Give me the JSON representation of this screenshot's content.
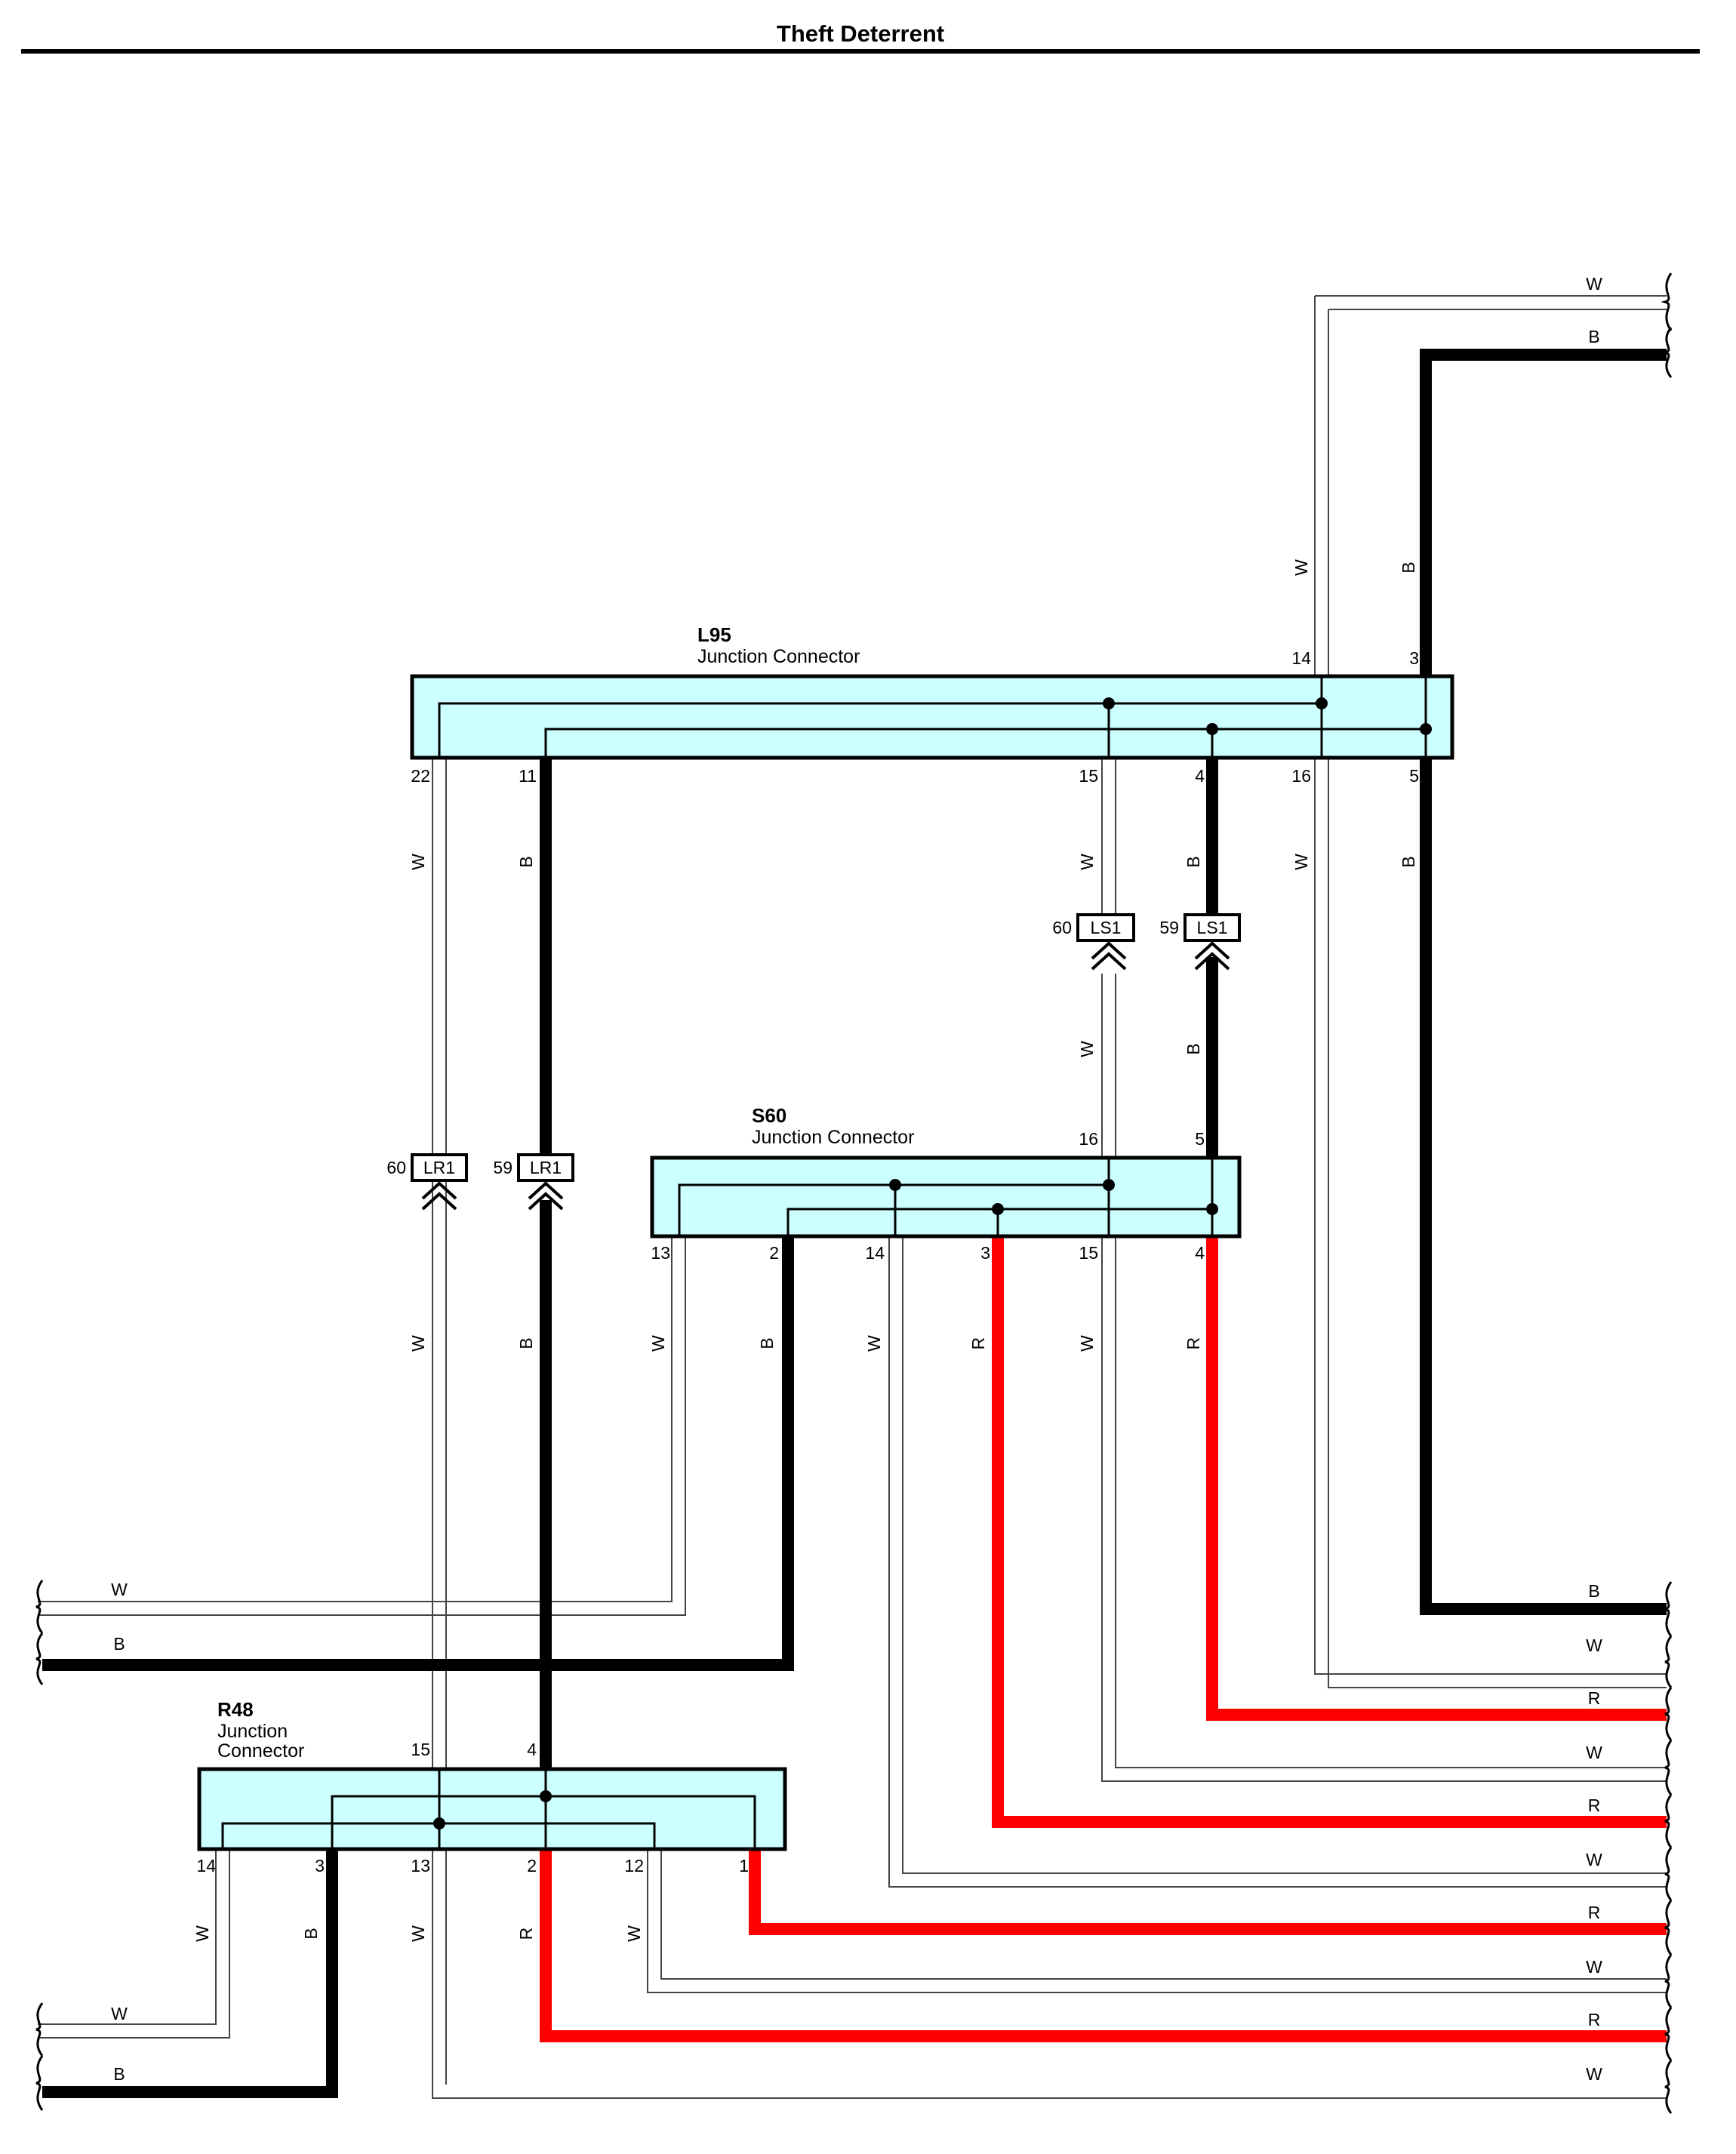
{
  "title": "Theft Deterrent",
  "connectors": {
    "l95": {
      "id": "L95",
      "desc": "Junction Connector",
      "pins": [
        "22",
        "11",
        "15",
        "4",
        "14",
        "3",
        "16",
        "5"
      ]
    },
    "s60": {
      "id": "S60",
      "desc": "Junction Connector",
      "pins": [
        "16",
        "5",
        "13",
        "2",
        "14",
        "3",
        "15",
        "4"
      ]
    },
    "r48": {
      "id": "R48",
      "desc1": "Junction",
      "desc2": "Connector",
      "pins": [
        "15",
        "4",
        "14",
        "3",
        "13",
        "2",
        "12",
        "1"
      ]
    }
  },
  "plugs": {
    "ls1_60": {
      "pin": "60",
      "id": "LS1"
    },
    "ls1_59": {
      "pin": "59",
      "id": "LS1"
    },
    "lr1_60": {
      "pin": "60",
      "id": "LR1"
    },
    "lr1_59": {
      "pin": "59",
      "id": "LR1"
    }
  },
  "wire_colors": {
    "W": "W",
    "B": "B",
    "R": "R"
  },
  "colors": {
    "connector_fill": "#ccffff",
    "black_wire": "#000000",
    "red_wire": "#ff0000",
    "white_wire": "#444444"
  }
}
